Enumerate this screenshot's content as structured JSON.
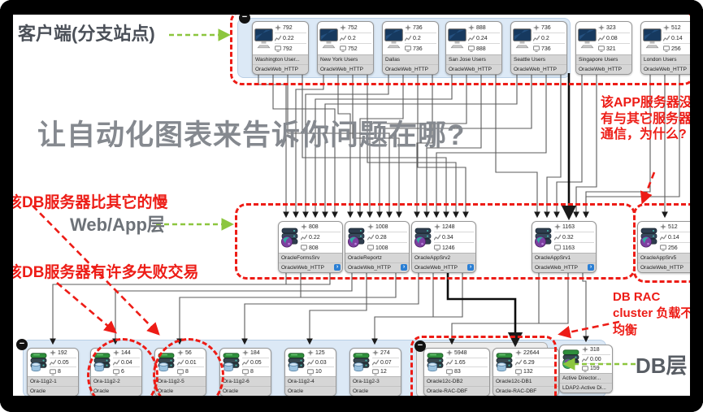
{
  "annotations": {
    "client_label": "客户端(分支站点)",
    "title": "让自动化图表来告诉你问题在哪?",
    "app_note": "该APP服务器没有与其它服务器通信，为什么?",
    "db_slow_note": "该DB服务器比其它的慢",
    "webapp_label": "Web/App层",
    "db_failed_note": "该DB服务器有许多失败交易",
    "db_rac_note": "DB RAC cluster 负载不均衡",
    "db_layer_label": "DB层",
    "collapse_glyph": "−"
  },
  "colors": {
    "annotation_red": "#ed1c16",
    "green_arrow": "#8cc63e",
    "tier_box_blue": "#dce9f6",
    "title_gray": "#85898f",
    "badge_blue": "#2b7fd4"
  },
  "tiers": {
    "clients": {
      "nodes": [
        {
          "name": "Washington User...",
          "service": "OracleWeb_HTTP",
          "icon": "monitor-icon",
          "values": [
            "792",
            "0.22",
            "792"
          ],
          "badge": false
        },
        {
          "name": "New York Users",
          "service": "OracleWeb_HTTP",
          "icon": "monitor-icon",
          "values": [
            "752",
            "0.2",
            "752"
          ],
          "badge": false
        },
        {
          "name": "Dallas",
          "service": "OracleWeb_HTTP",
          "icon": "monitor-icon",
          "values": [
            "736",
            "0.2",
            "736"
          ],
          "badge": false
        },
        {
          "name": "San Jose Users",
          "service": "OracleWeb_HTTP",
          "icon": "monitor-icon",
          "values": [
            "888",
            "0.24",
            "888"
          ],
          "badge": false
        },
        {
          "name": "Seattle Users",
          "service": "OracleWeb_HTTP",
          "icon": "monitor-icon",
          "values": [
            "736",
            "0.2",
            "736"
          ],
          "badge": false
        },
        {
          "name": "Singapore Users",
          "service": "OracleWeb_HTTP",
          "icon": "monitor-icon",
          "values": [
            "323",
            "0.08",
            "321"
          ],
          "badge": false
        },
        {
          "name": "London Users",
          "service": "OracleWeb_HTTP",
          "icon": "monitor-icon",
          "values": [
            "512",
            "0.14",
            "256"
          ],
          "badge": false
        }
      ]
    },
    "webapp": {
      "nodes": [
        {
          "name": "OracleFormsSrv",
          "service": "OracleWeb_HTTP",
          "icon": "app-server-icon",
          "values": [
            "808",
            "0.22",
            "808"
          ],
          "badge": true
        },
        {
          "name": "OracleReportz",
          "service": "OracleWeb_HTTP",
          "icon": "app-server-icon",
          "values": [
            "1008",
            "0.28",
            "1008"
          ],
          "badge": true
        },
        {
          "name": "OracleAppSrv2",
          "service": "OracleWeb_HTTP",
          "icon": "app-server-icon",
          "values": [
            "1248",
            "0.34",
            "1246"
          ],
          "badge": true
        },
        {
          "name": "OracleAppSrv1",
          "service": "OracleWeb_HTTP",
          "icon": "app-server-icon",
          "values": [
            "1163",
            "0.32",
            "1163"
          ],
          "badge": true
        },
        {
          "name": "OracleAppSrv5",
          "service": "OracleWeb_HTTP",
          "icon": "app-server-icon",
          "values": [
            "512",
            "0.14",
            "256"
          ],
          "badge": false
        }
      ]
    },
    "db": {
      "nodes": [
        {
          "name": "Ora-11g2-1",
          "service": "Oracle",
          "icon": "database-server-icon",
          "values": [
            "192",
            "0.05",
            "8"
          ],
          "badge": false
        },
        {
          "name": "Ora-11g2-2",
          "service": "Oracle",
          "icon": "database-server-icon",
          "values": [
            "144",
            "0.04",
            "6"
          ],
          "badge": false
        },
        {
          "name": "Ora-11g2-5",
          "service": "Oracle",
          "icon": "database-server-icon",
          "values": [
            "56",
            "0.01",
            "8"
          ],
          "badge": false
        },
        {
          "name": "Ora-11g2-6",
          "service": "Oracle",
          "icon": "database-server-icon",
          "values": [
            "184",
            "0.05",
            "8"
          ],
          "badge": false
        },
        {
          "name": "Ora-11g2-4",
          "service": "Oracle",
          "icon": "database-server-icon",
          "values": [
            "125",
            "0.03",
            "10"
          ],
          "badge": false
        },
        {
          "name": "Ora-11g2-3",
          "service": "Oracle",
          "icon": "database-server-icon",
          "values": [
            "274",
            "0.07",
            "12"
          ],
          "badge": false
        },
        {
          "name": "Oracle12c-DB2",
          "service": "Oracle-RAC-DBF",
          "icon": "database-server-icon",
          "values": [
            "5948",
            "1.65",
            "83"
          ],
          "badge": false
        },
        {
          "name": "Oracle12c-DB1",
          "service": "Oracle-RAC-DBF",
          "icon": "database-server-icon",
          "values": [
            "22644",
            "6.29",
            "132"
          ],
          "badge": false
        },
        {
          "name": "Active Director...",
          "service": "LDAP2-Active Di...",
          "icon": "directory-server-icon",
          "values": [
            "318",
            "0.00",
            "159"
          ],
          "badge": false
        }
      ]
    }
  },
  "stat_icons": [
    "star-stat-icon",
    "chart-stat-icon",
    "monitor-stat-icon"
  ]
}
